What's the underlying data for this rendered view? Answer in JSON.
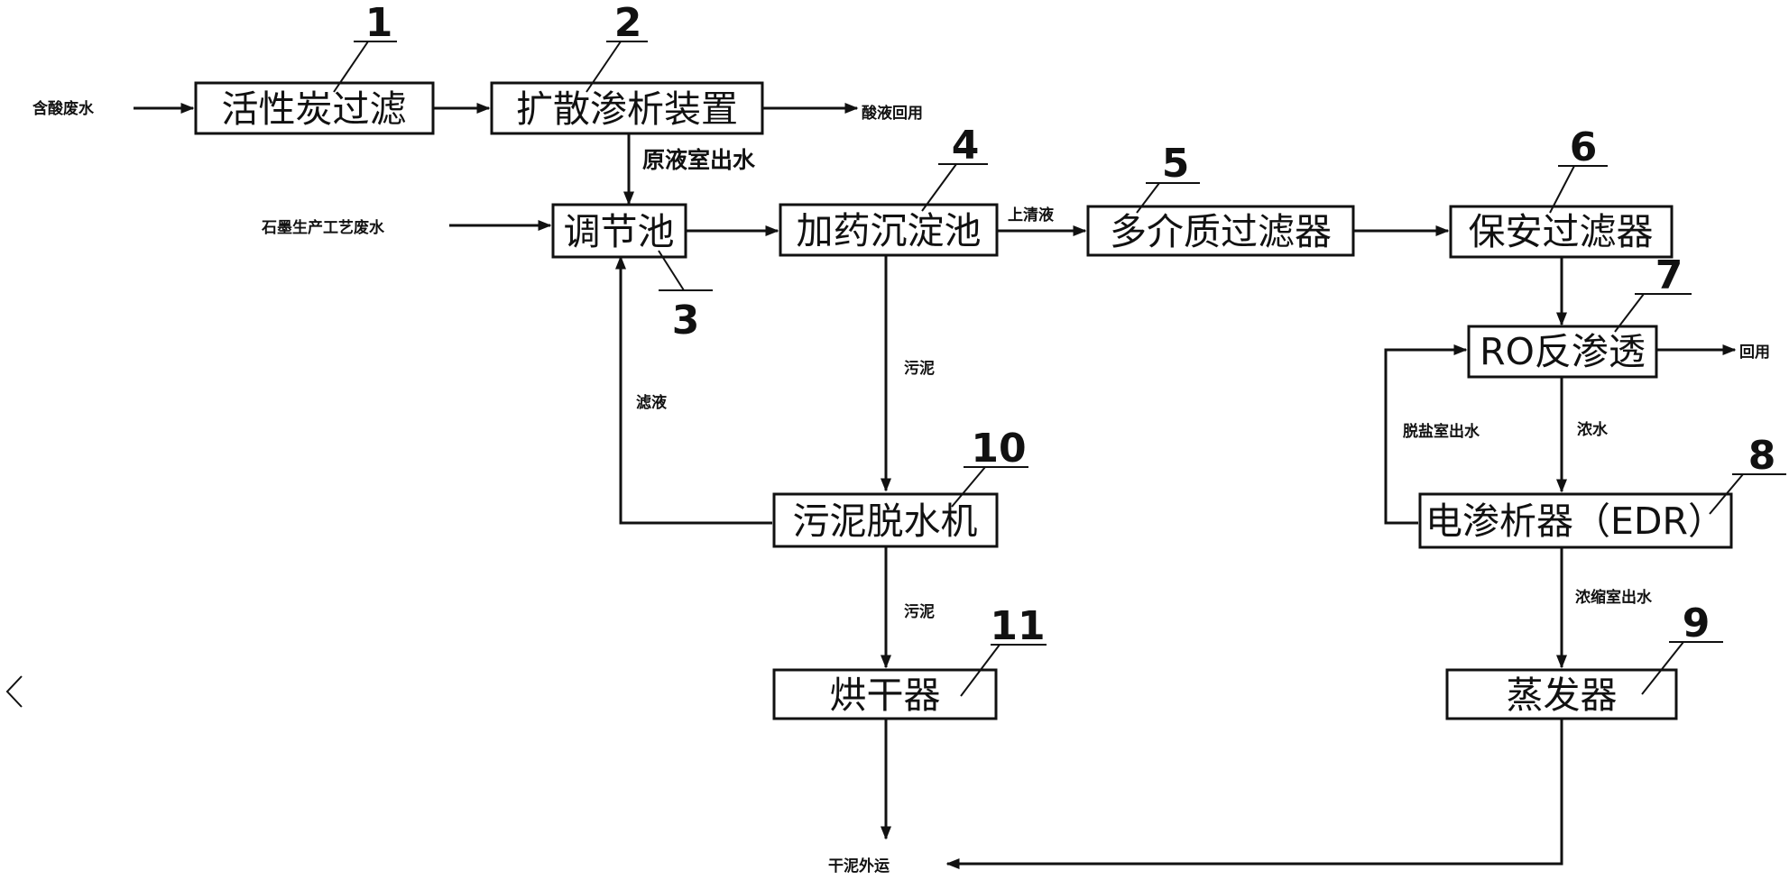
{
  "boxes": {
    "b1": "活性炭过滤",
    "b2": "扩散渗析装置",
    "b3": "调节池",
    "b4": "加药沉淀池",
    "b5": "多介质过滤器",
    "b6": "保安过滤器",
    "b7": "RO反渗透",
    "b8": "电渗析器（EDR）",
    "b9": "蒸发器",
    "b10": "污泥脱水机",
    "b11": "烘干器"
  },
  "numbers": {
    "n1": "1",
    "n2": "2",
    "n3": "3",
    "n4": "4",
    "n5": "5",
    "n6": "6",
    "n7": "7",
    "n8": "8",
    "n9": "9",
    "n10": "10",
    "n11": "11"
  },
  "labels": {
    "acid_wastewater": "含酸废水",
    "acid_reuse": "酸液回用",
    "raw_chamber_out": "原液室出水",
    "graphite_wastewater": "石墨生产工艺废水",
    "supernatant": "上清液",
    "reuse": "回用",
    "sludge_1": "污泥",
    "filtrate": "滤液",
    "desalt_out": "脱盐室出水",
    "concentrate": "浓水",
    "conc_chamber_out": "浓缩室出水",
    "sludge_2": "污泥",
    "dry_sludge_out": "干泥外运"
  },
  "colors": {
    "line": "#111111",
    "background": "#ffffff"
  }
}
